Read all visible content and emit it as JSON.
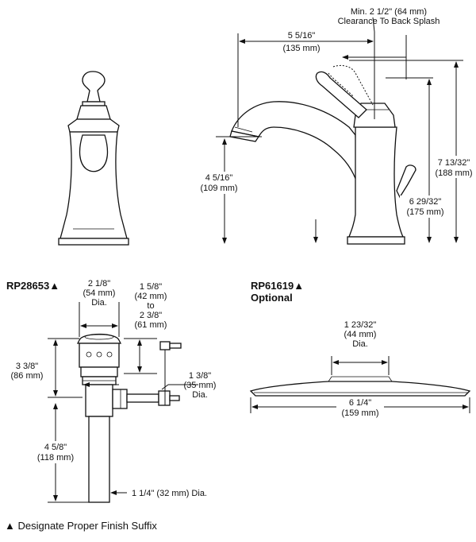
{
  "faucet_dims": {
    "clearance_line1": "Min. 2 1/2\" (64 mm)",
    "clearance_line2": "Clearance To Back Splash",
    "reach_in": "5 5/16\"",
    "reach_mm": "(135 mm)",
    "spout_height_in": "4 5/16\"",
    "spout_height_mm": "(109 mm)",
    "handle_height_in": "6 29/32\"",
    "handle_height_mm": "(175 mm)",
    "overall_height_in": "7 13/32\"",
    "overall_height_mm": "(188 mm)"
  },
  "drain": {
    "part_number": "RP28653▲",
    "diameter_in": "2 1/8\"",
    "diameter_mm": "(54 mm)",
    "diameter_note": "Dia.",
    "range_in_min": "1 5/8\"",
    "range_mm_min": "(42 mm)",
    "range_to": "to",
    "range_in_max": "2 3/8\"",
    "range_mm_max": "(61 mm)",
    "flange_height_in": "3 3/8\"",
    "flange_height_mm": "(86 mm)",
    "pivot_in": "1 3/8\"",
    "pivot_mm": "(35 mm)",
    "pivot_note": "Dia.",
    "tail_length_in": "4 5/8\"",
    "tail_length_mm": "(118 mm)",
    "tail_dia": "1 1/4\" (32 mm) Dia."
  },
  "escutcheon": {
    "part_number": "RP61619▲",
    "optional_label": "Optional",
    "hole_in": "1 23/32\"",
    "hole_mm": "(44 mm)",
    "hole_note": "Dia.",
    "width_in": "6 1/4\"",
    "width_mm": "(159 mm)"
  },
  "footnote": "▲ Designate Proper Finish Suffix"
}
